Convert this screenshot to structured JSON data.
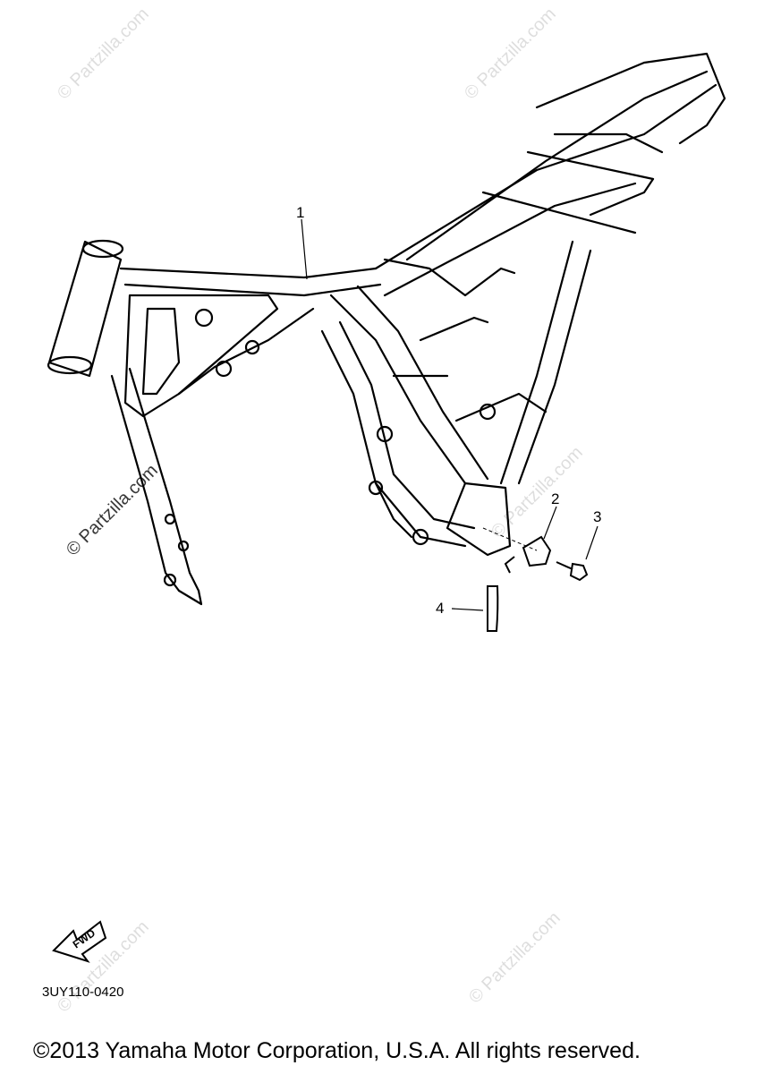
{
  "watermark_text": "© Partzilla.com",
  "diagram_code": "3UY110-0420",
  "copyright": "©2013  Yamaha Motor Corporation, U.S.A. All rights reserved.",
  "fwd_label": "FWD",
  "callouts": [
    {
      "number": "1",
      "part": "frame"
    },
    {
      "number": "2",
      "part": "bracket"
    },
    {
      "number": "3",
      "part": "bolt"
    },
    {
      "number": "4",
      "part": "hose"
    }
  ]
}
